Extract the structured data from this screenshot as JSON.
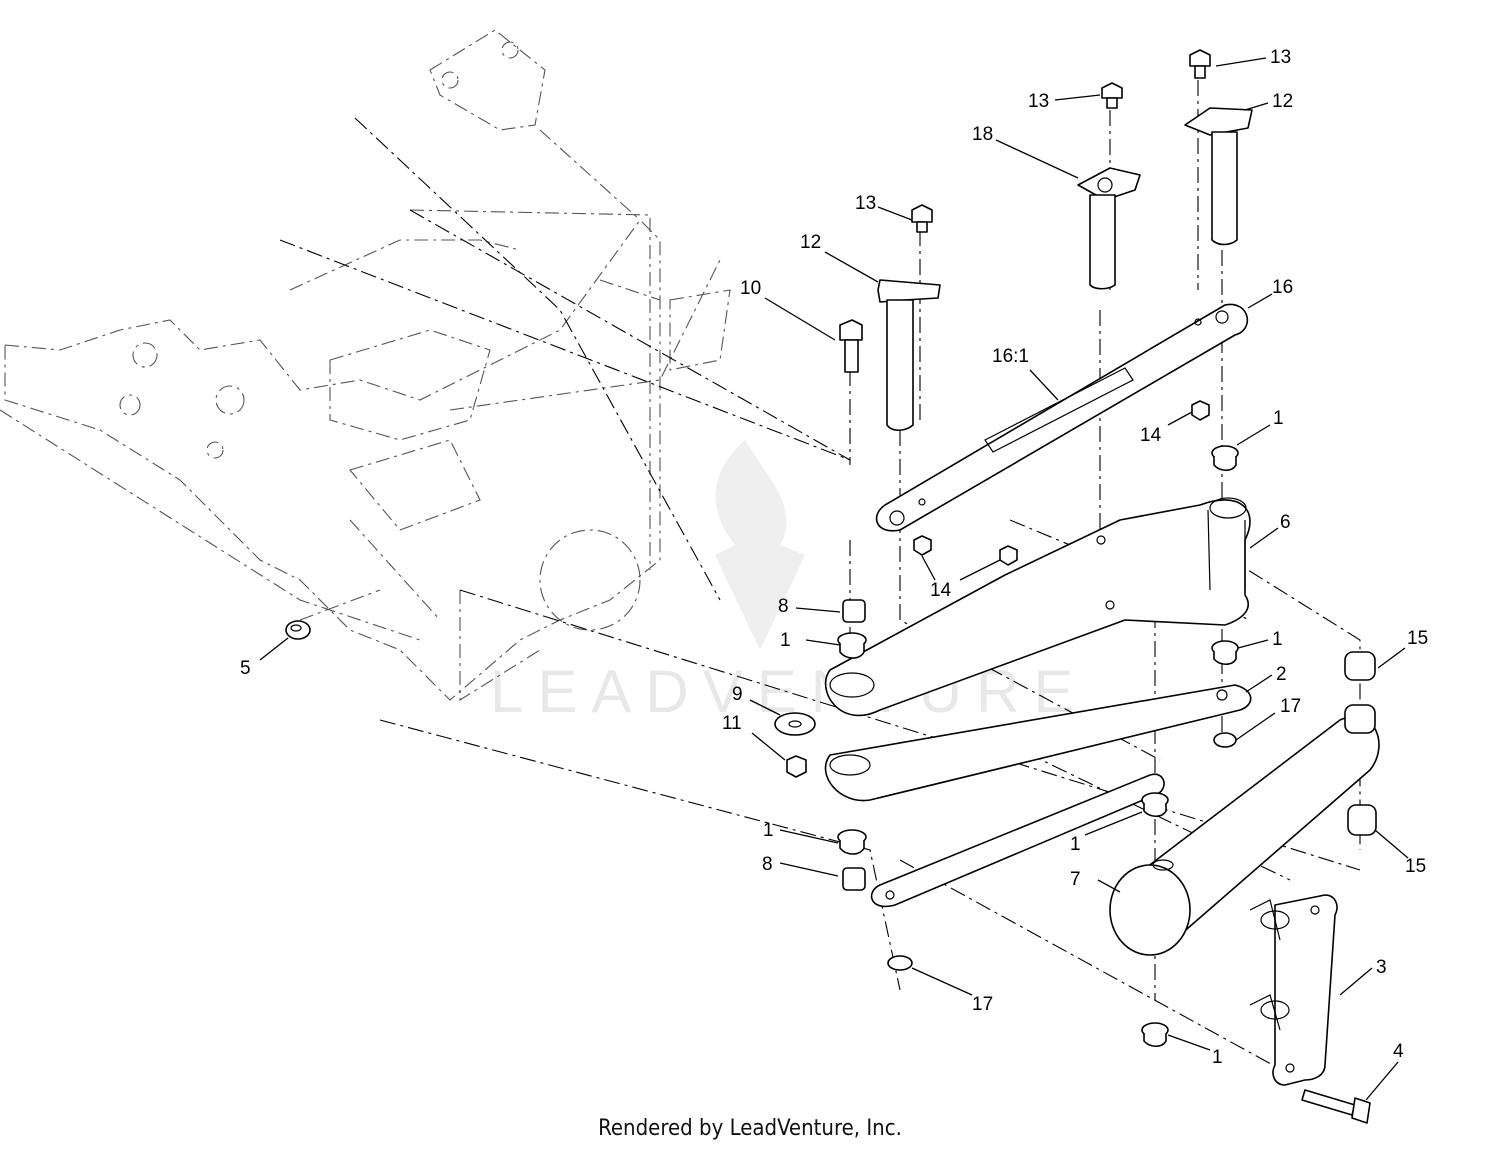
{
  "callouts": [
    {
      "label": "1"
    },
    {
      "label": "1"
    },
    {
      "label": "1"
    },
    {
      "label": "1"
    },
    {
      "label": "1"
    },
    {
      "label": "1"
    },
    {
      "label": "2"
    },
    {
      "label": "3"
    },
    {
      "label": "4"
    },
    {
      "label": "5"
    },
    {
      "label": "6"
    },
    {
      "label": "7"
    },
    {
      "label": "8"
    },
    {
      "label": "8"
    },
    {
      "label": "9"
    },
    {
      "label": "10"
    },
    {
      "label": "11"
    },
    {
      "label": "12"
    },
    {
      "label": "12"
    },
    {
      "label": "13"
    },
    {
      "label": "13"
    },
    {
      "label": "13"
    },
    {
      "label": "14"
    },
    {
      "label": "14"
    },
    {
      "label": "15"
    },
    {
      "label": "15"
    },
    {
      "label": "16"
    },
    {
      "label": "16:1"
    },
    {
      "label": "17"
    },
    {
      "label": "17"
    },
    {
      "label": "18"
    }
  ],
  "watermark": {
    "text": "LEADVENTURE"
  },
  "footer": {
    "credit": "Rendered by LeadVenture, Inc."
  }
}
